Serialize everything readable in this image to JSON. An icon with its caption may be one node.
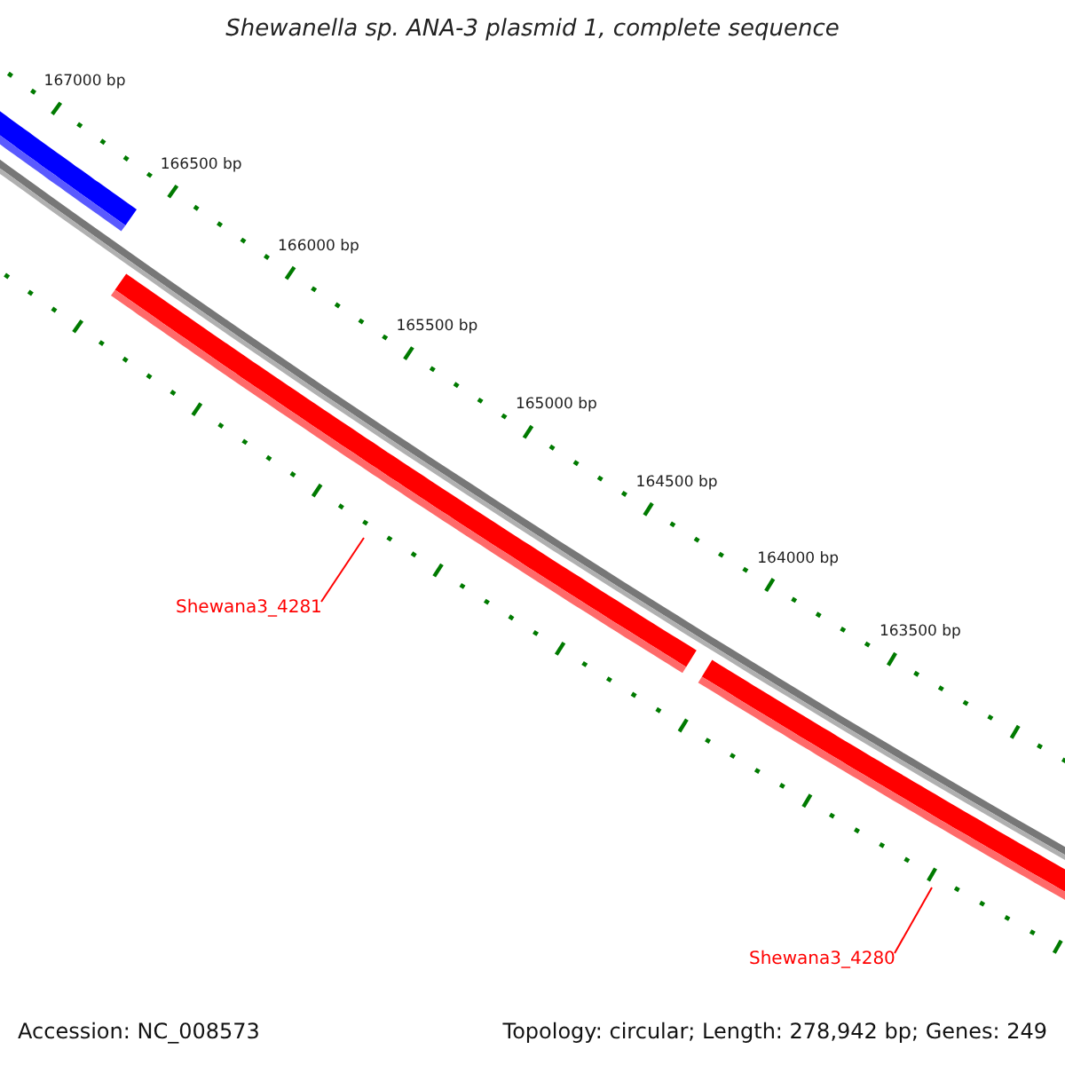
{
  "diagram": {
    "title": "Shewanella sp. ANA-3 plasmid 1, complete sequence",
    "nodes": [
      {
        "text": [
          "Shewana3_4281"
        ]
      },
      {
        "text": [
          "Shewana3_4280"
        ]
      }
    ],
    "edges": [
      {
        "from": 0,
        "to": null,
        "arrow": "none"
      },
      {
        "from": 1,
        "to": null,
        "arrow": "none"
      }
    ],
    "labels": [
      "167000 bp",
      "166500 bp",
      "166000 bp",
      "165500 bp",
      "165000 bp",
      "164500 bp",
      "164000 bp",
      "163500 bp",
      "Accession: NC_008573",
      "Topology: circular; Length: 278,942 bp; Genes: 249"
    ]
  }
}
